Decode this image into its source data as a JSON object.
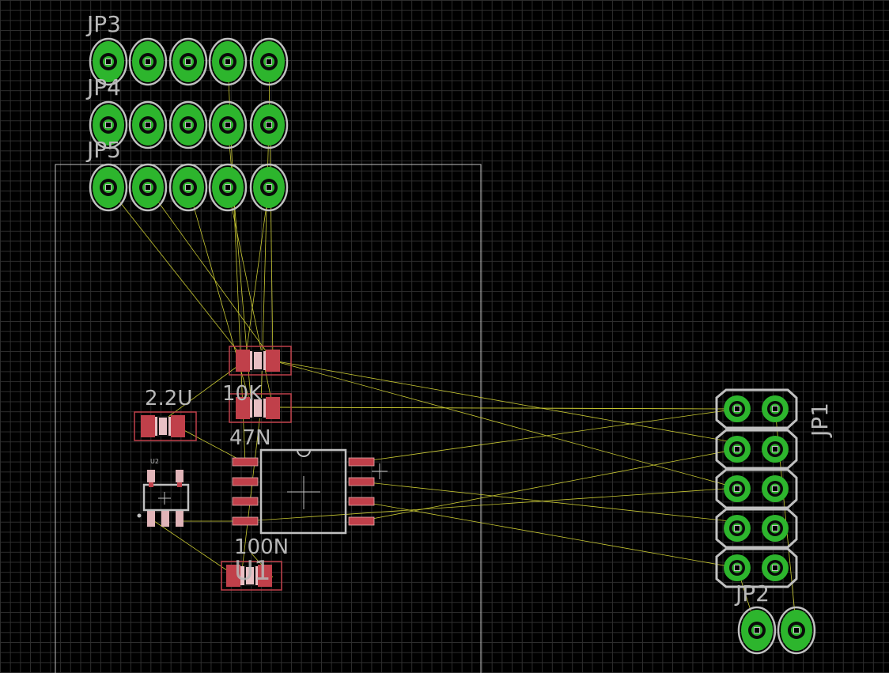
{
  "board": {
    "colors": {
      "background": "#000000",
      "grid": "#2e2e2e",
      "outline": "#c0c0c0",
      "ratsnest": "#c8c832",
      "pad_copper": "#2db52d",
      "smd_pad": "#c0404a",
      "label": "#b8b8b8"
    }
  },
  "headers": {
    "jp3": {
      "name": "JP3"
    },
    "jp4": {
      "name": "JP4"
    },
    "jp5": {
      "name": "JP5"
    },
    "jp1": {
      "name": "JP1"
    },
    "jp2": {
      "name": "JP2"
    }
  },
  "parts": {
    "c_2u2": {
      "value": "2.2U"
    },
    "r_10k": {
      "value": "10K"
    },
    "c_47n": {
      "value": "47N"
    },
    "c_100n": {
      "value": "100N"
    },
    "ic_u1": {
      "name": "U1"
    },
    "reg_u2": {
      "name": "U2"
    }
  }
}
